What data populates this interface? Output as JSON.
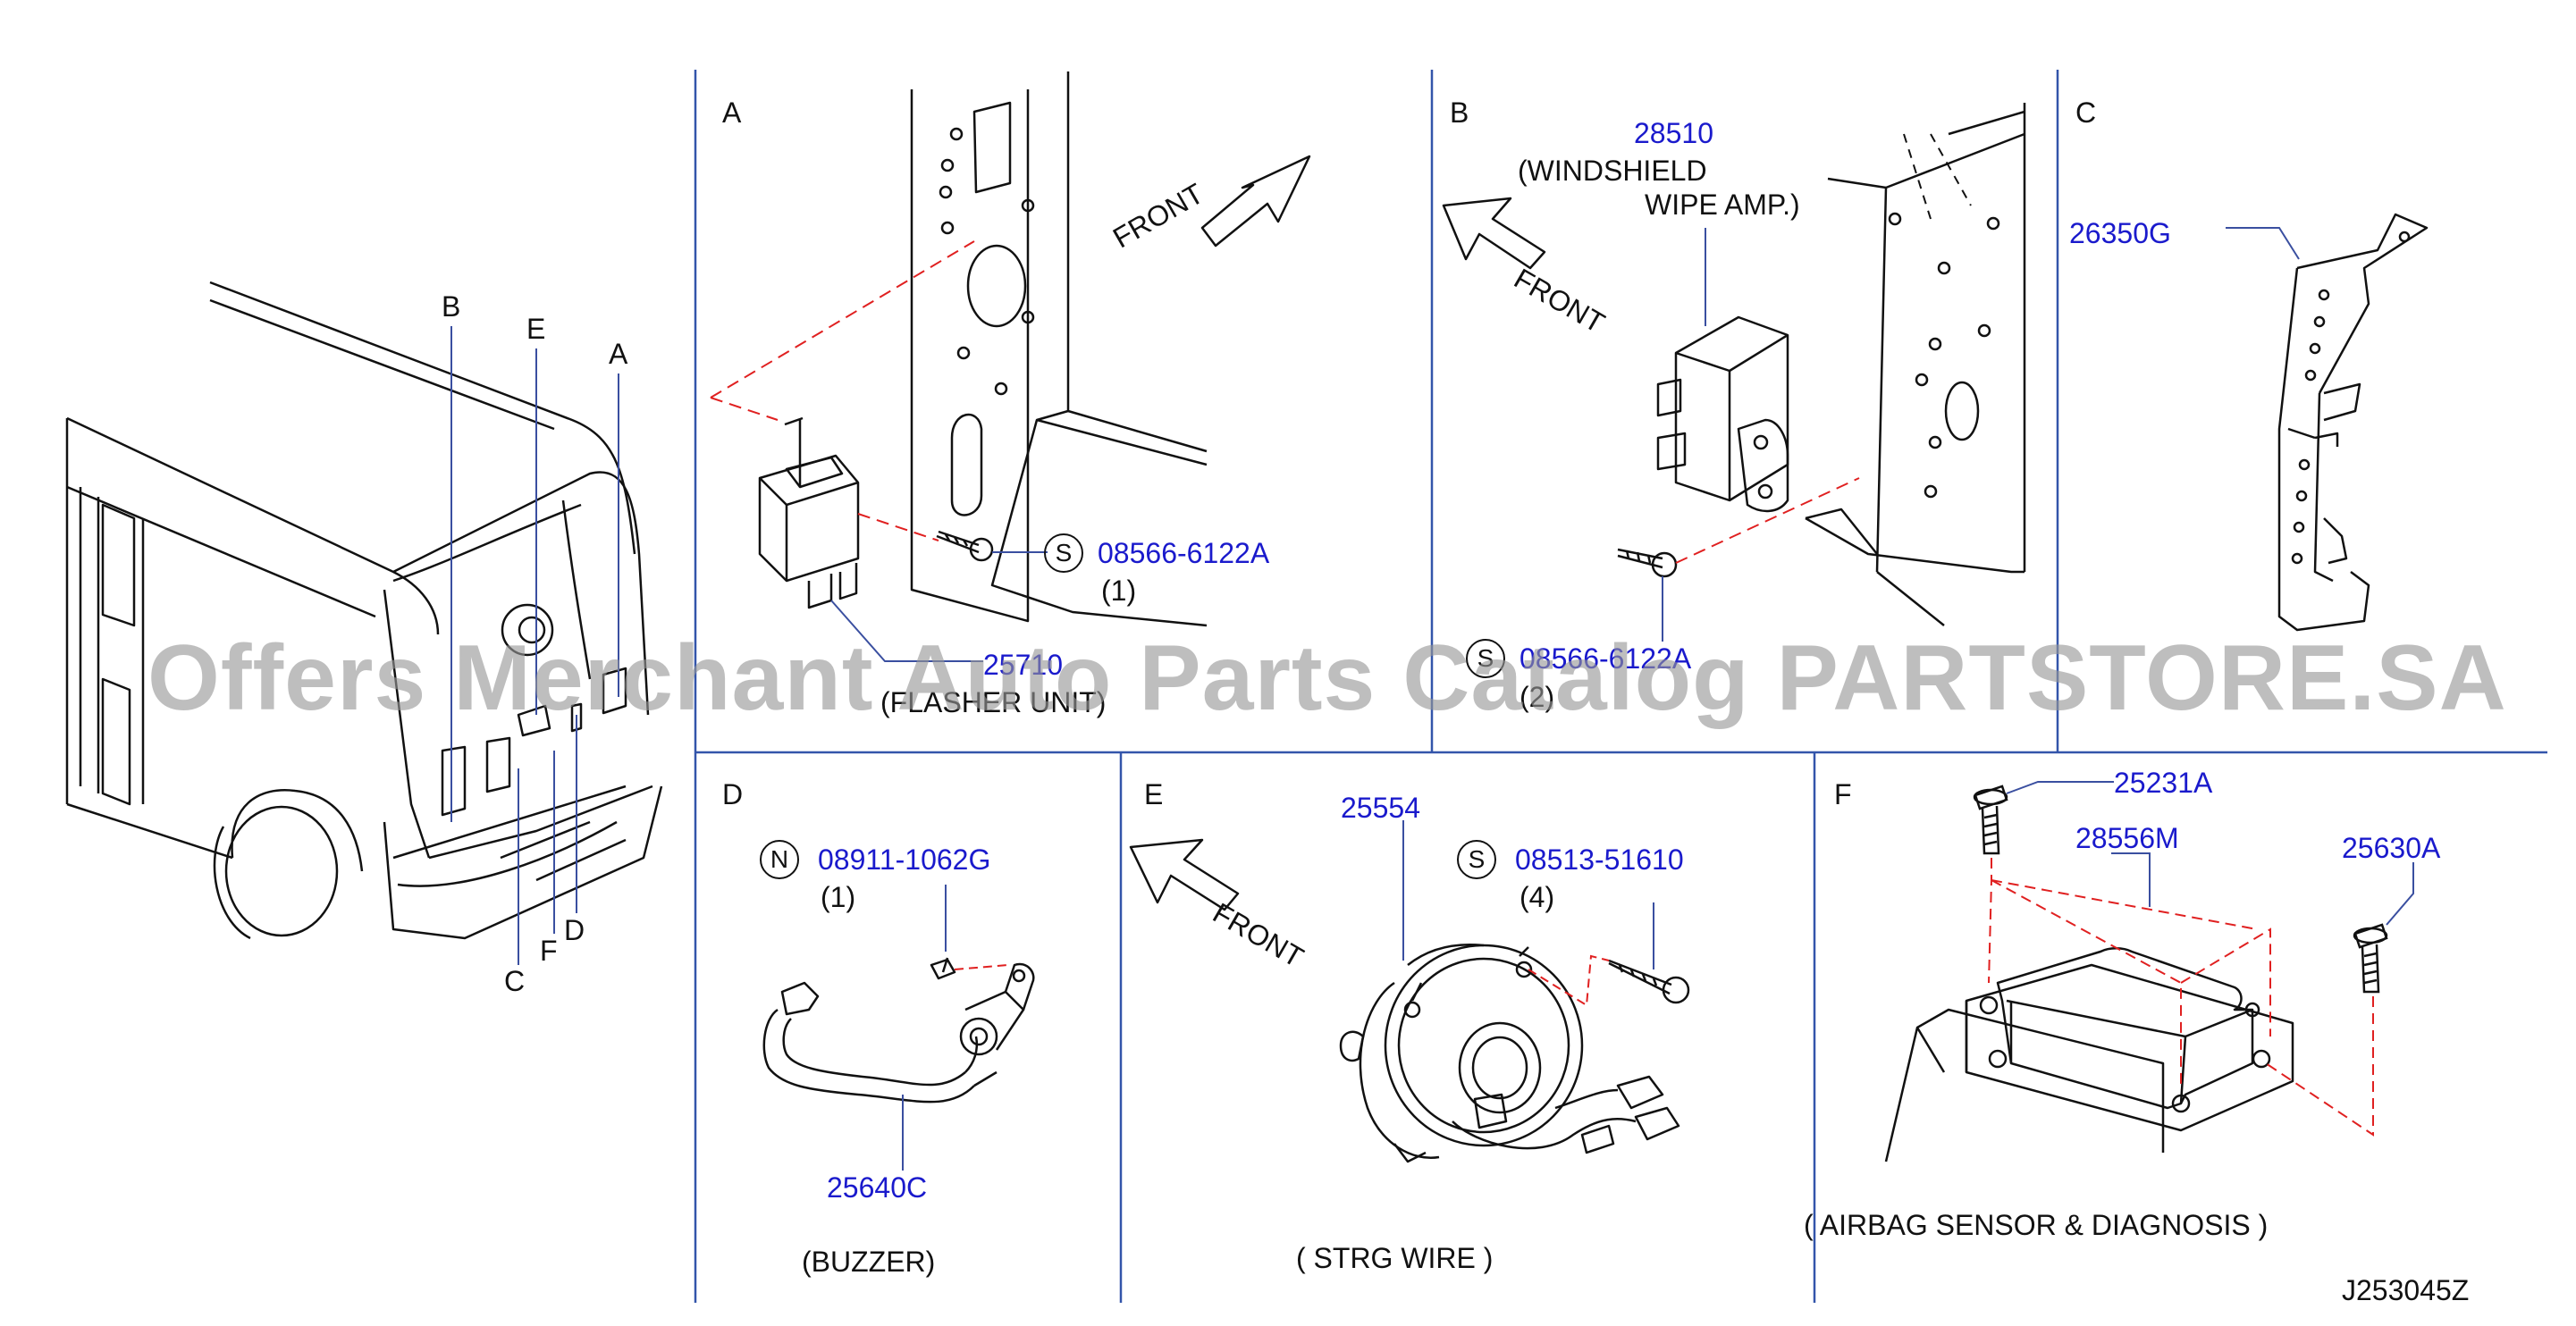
{
  "sections": {
    "a": "A",
    "b": "B",
    "c": "C",
    "d": "D",
    "e": "E",
    "f": "F"
  },
  "callouts": {
    "a": "A",
    "b": "B",
    "c": "C",
    "d": "D",
    "e": "E",
    "f": "F"
  },
  "front_label": "FRONT",
  "parts": {
    "p08566_a": "08566-6122A",
    "p08566_a_qty": "(1)",
    "p25710": "25710",
    "flasher_desc": "(FLASHER UNIT)",
    "p28510": "28510",
    "wiper_desc_1": "(WINDSHIELD",
    "wiper_desc_2": "WIPE   AMP.)",
    "p08566_b": "08566-6122A",
    "p08566_b_qty": "(2)",
    "p26350g": "26350G",
    "p08911": "08911-1062G",
    "p08911_qty": "(1)",
    "p25640c": "25640C",
    "buzzer_desc": "(BUZZER)",
    "p25554": "25554",
    "p08513": "08513-51610",
    "p08513_qty": "(4)",
    "strg_desc": "( STRG   WIRE )",
    "p25231a": "25231A",
    "p28556m": "28556M",
    "p25630a": "25630A",
    "airbag_desc": "( AIRBAG  SENSOR  &  DIAGNOSIS )"
  },
  "symbols": {
    "s": "S",
    "n": "N"
  },
  "diagram_code": "J253045Z",
  "watermark": "Offers Merchant Auto Parts Catalog PARTSTORE.SA",
  "colors": {
    "part_number": "#1a1acc",
    "leader": "#3a4fa0",
    "divider": "#3355aa",
    "dashed": "#e02020",
    "ink": "#111111"
  }
}
